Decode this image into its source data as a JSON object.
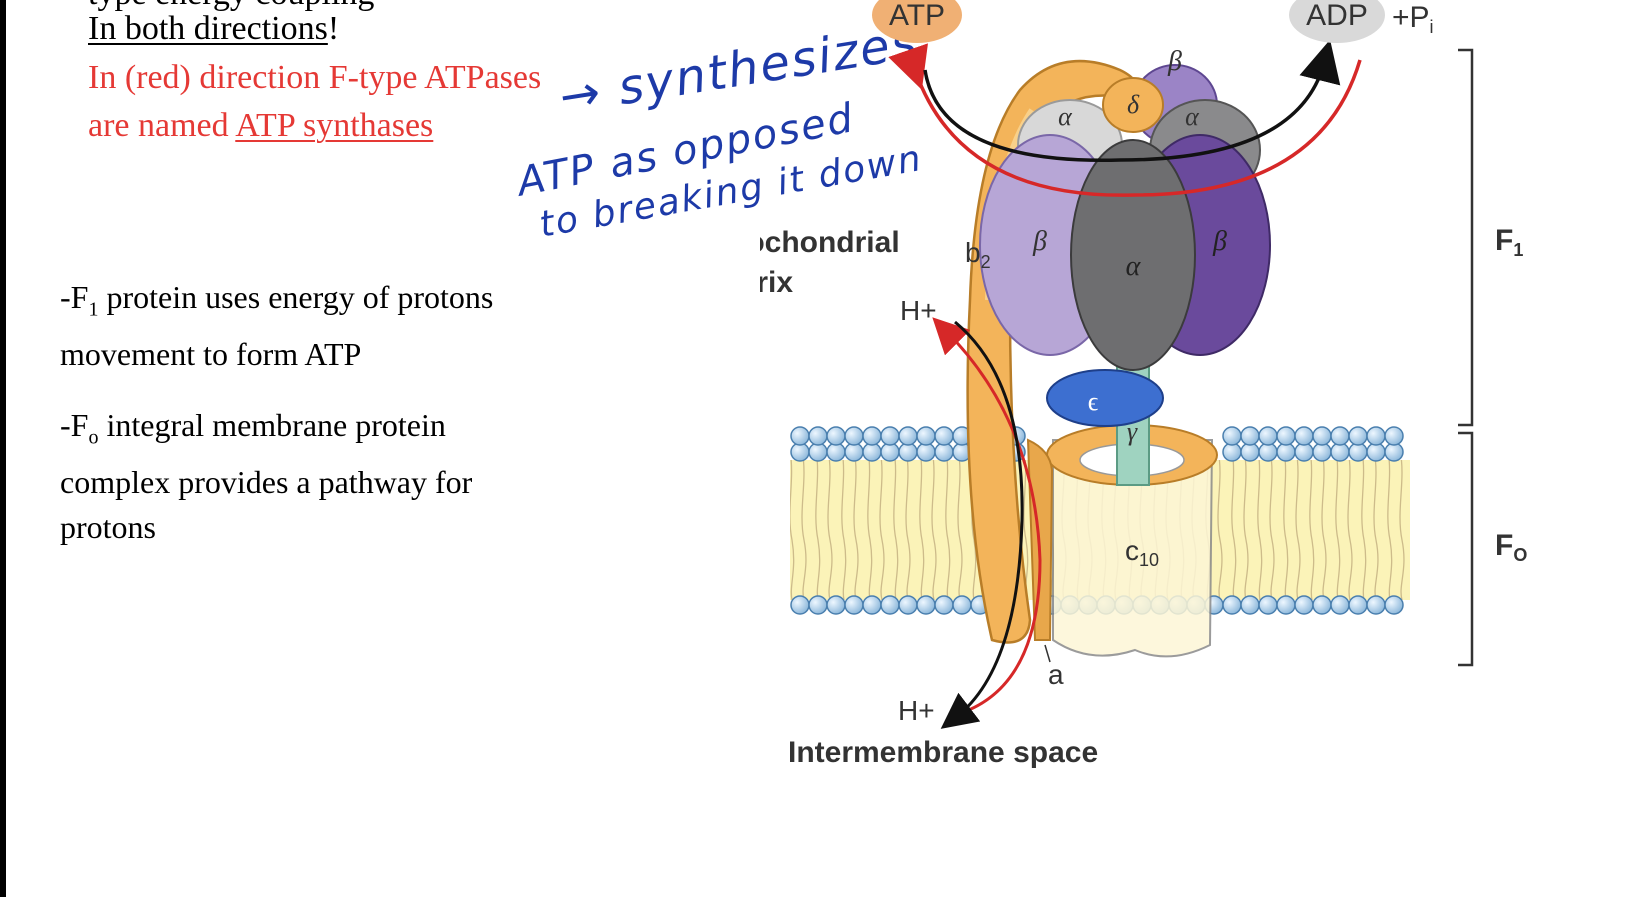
{
  "slide": {
    "cut_line": "type energy coupling",
    "line1_underlined": "In both directions",
    "line1_tail": "!",
    "red_line1": "In (red) direction F-type ATPases",
    "red_line2_pre": "are named ",
    "red_line2_underlined": "ATP synthases",
    "bullet_f1_prefix": "-F",
    "bullet_f1_sub": "1",
    "bullet_f1_line1_rest": " protein uses energy of protons",
    "bullet_f1_line2": "movement to form ATP",
    "bullet_fo_prefix": "-F",
    "bullet_fo_sub": "o",
    "bullet_fo_line1_rest": " integral membrane protein",
    "bullet_fo_line2": "complex provides a pathway for",
    "bullet_fo_line3": "protons"
  },
  "handwriting": {
    "line1": "→ synthesizes",
    "line2": "ATP as opposed",
    "line3": "to breaking it down"
  },
  "diagram": {
    "atp": "ATP",
    "adp": "ADP",
    "pi": "+P",
    "pi_sub": "i",
    "beta_top": "β",
    "delta": "δ",
    "alpha_left": "α",
    "alpha_right": "α",
    "alpha_center": "α",
    "beta_left": "β",
    "beta_right": "β",
    "b2": "b",
    "b2_sub": "2",
    "epsilon": "ϵ",
    "gamma": "γ",
    "c10": "c",
    "c10_sub": "10",
    "a": "a",
    "h_top": "H+",
    "h_bottom": "H+",
    "mito_line1": "Mitochondrial",
    "mito_line2": "matrix",
    "intermembrane": "Intermembrane space",
    "f1": "F",
    "f1_sub": "1",
    "fo": "F",
    "fo_sub": "O"
  },
  "colors": {
    "red_text": "#e53935",
    "handwriting": "#1d3aa8",
    "orange": "#f3b45a",
    "lavender": "#b7a6d6",
    "purple": "#6a4a9c",
    "gray": "#6e6e70",
    "teal": "#9fd3c0",
    "blue": "#3d6fd0"
  }
}
